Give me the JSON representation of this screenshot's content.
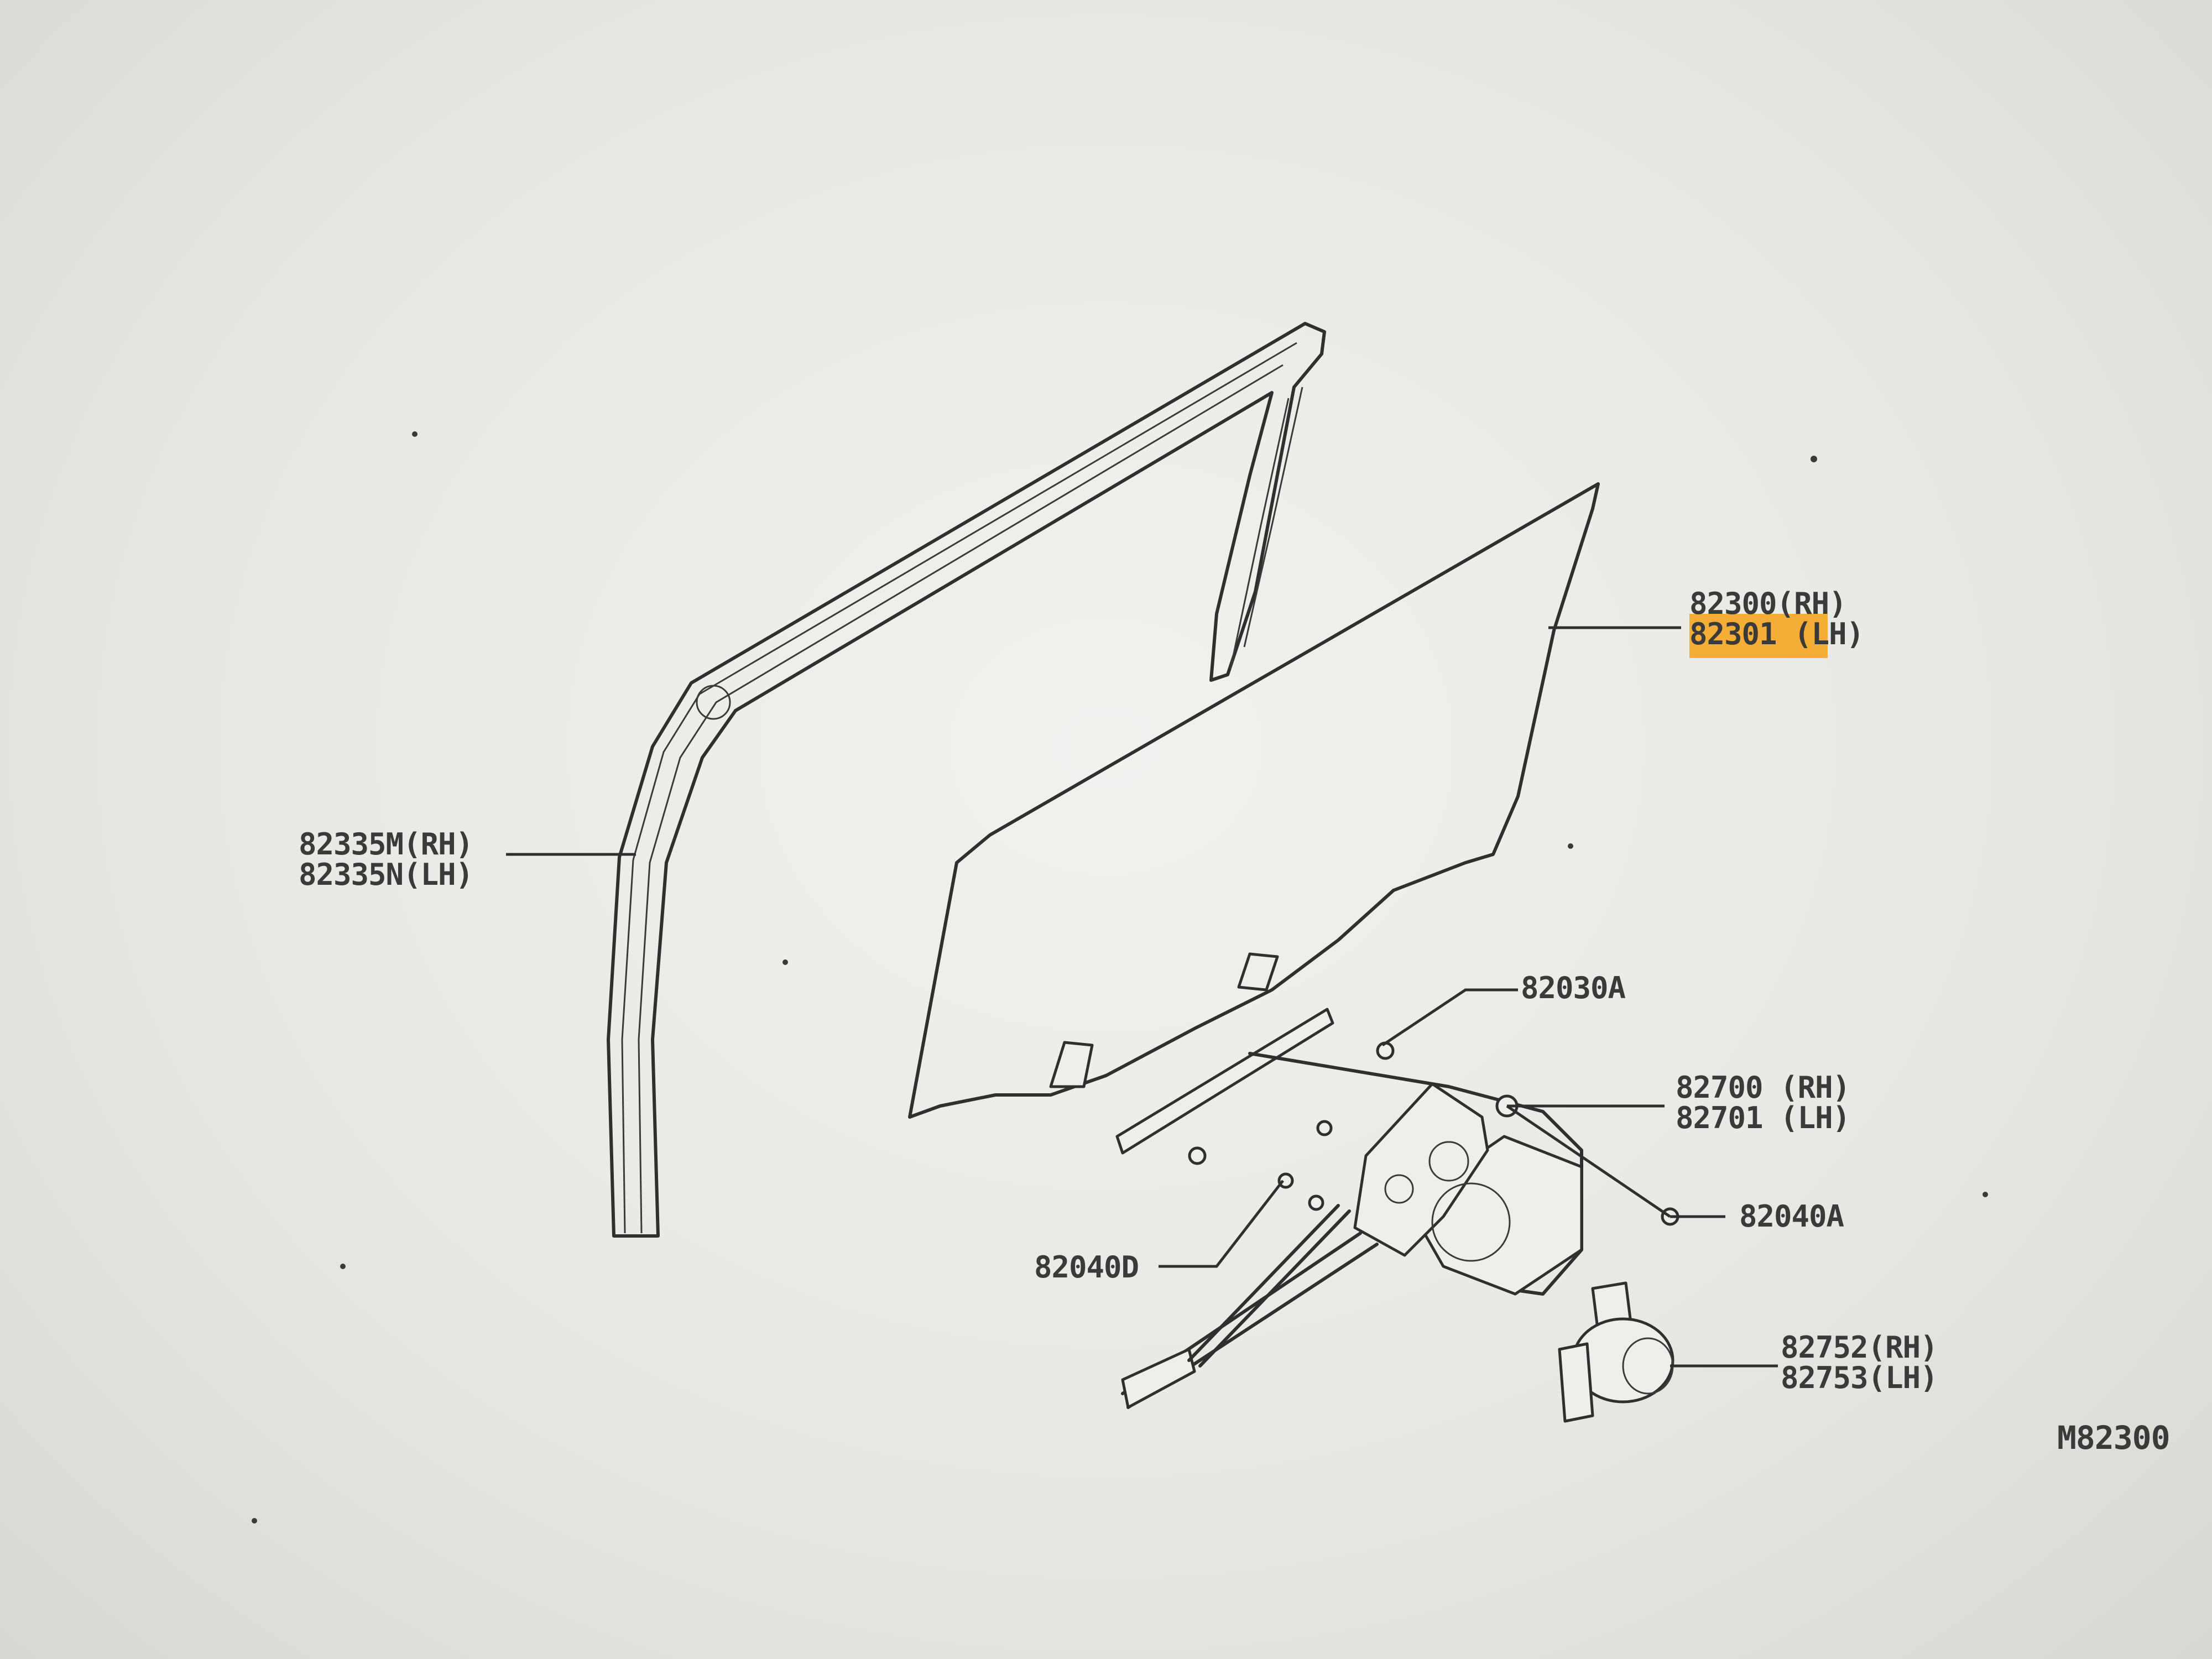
{
  "diagram_code": "M82300",
  "callouts": {
    "glass": {
      "line1": "82300(RH)",
      "line2": "82301 (LH)",
      "highlight_color": "#f5a623"
    },
    "sash": {
      "line1": "82335M(RH)",
      "line2": "82335N(LH)"
    },
    "bolt_a": {
      "line1": "82030A"
    },
    "regulator": {
      "line1": "82700 (RH)",
      "line2": "82701 (LH)"
    },
    "nut_a": {
      "line1": "82040A"
    },
    "nut_d": {
      "line1": "82040D"
    },
    "motor": {
      "line1": "82752(RH)",
      "line2": "82753(LH)"
    }
  }
}
